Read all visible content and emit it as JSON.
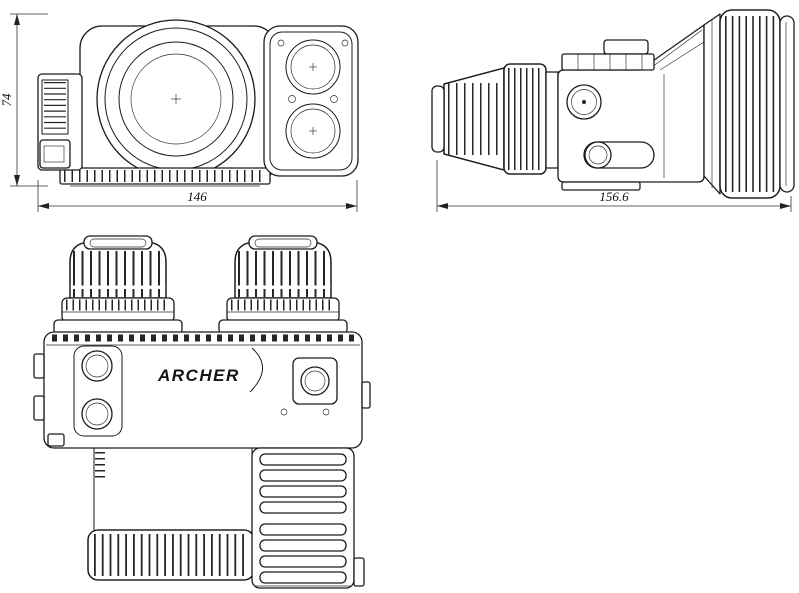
{
  "drawing": {
    "brand": "ARCHER",
    "dimensions": {
      "height": "74",
      "width": "146",
      "length": "156.6"
    },
    "colors": {
      "line": "#1b1b1b",
      "paper": "#ffffff"
    }
  }
}
